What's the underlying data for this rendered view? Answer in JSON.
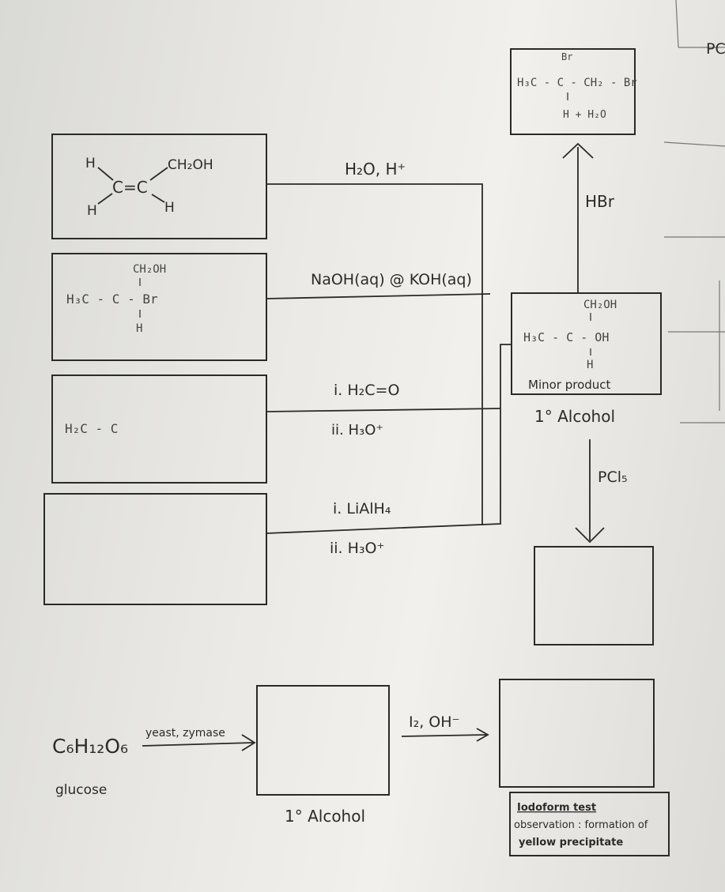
{
  "corner_label": "PC",
  "reactants": {
    "alkene": {
      "h_top": "H",
      "h_bottom": "H",
      "cc": "C=C",
      "ch2oh": "CH₂OH",
      "h_right": "H"
    },
    "bromide": {
      "ch2oh": "CH₂OH",
      "main": "H₃C - C - Br",
      "h": "H"
    },
    "aldehyde_frag": {
      "main": "H₂C - C"
    }
  },
  "reagents": {
    "r1": "H₂O, H⁺",
    "r2": "NaOH(aq) @ KOH(aq)",
    "r3a": "i. H₂C=O",
    "r3b": "ii. H₃O⁺",
    "r4a": "i. LiAlH₄",
    "r4b": "ii. H₃O⁺"
  },
  "product": {
    "ch2oh": "CH₂OH",
    "main": "H₃C - C - OH",
    "h": "H",
    "note": "Minor product",
    "class": "1° Alcohol"
  },
  "hbr_product": {
    "br": "Br",
    "main": "H₃C - C - CH₂ - Br",
    "h_water": "H + H₂O"
  },
  "arrows": {
    "up": "HBr",
    "down": "PCl₅"
  },
  "bottom": {
    "glucose_formula": "C₆H₁₂O₆",
    "glucose_label": "glucose",
    "ferment": "yeast, zymase",
    "alcohol_label": "1° Alcohol",
    "iodo_reagent": "I₂, OH⁻",
    "test_title": "Iodoform test",
    "test_line1": "observation : formation of",
    "test_line2": "yellow precipitate"
  }
}
